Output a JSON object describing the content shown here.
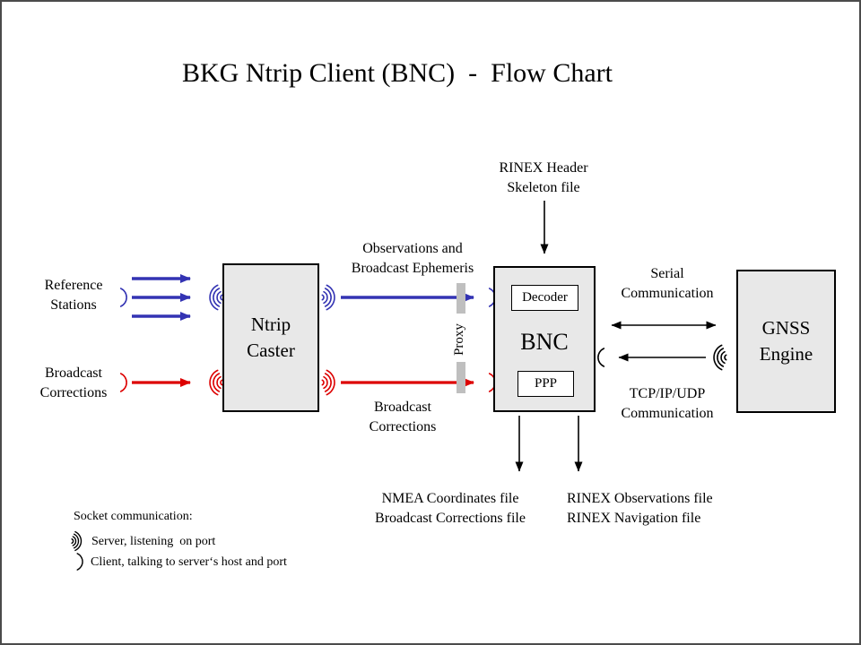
{
  "title": "BKG Ntrip Client (BNC)  -  Flow Chart",
  "colors": {
    "blue": "#3333B3",
    "red": "#DD0000",
    "black": "#000000",
    "box_fill": "#E8E8E8",
    "proxy_bar": "#BFBFBF",
    "frame": "#4B4B4B"
  },
  "nodes": {
    "ntrip_caster": {
      "line1": "Ntrip",
      "line2": "Caster"
    },
    "bnc": {
      "label": "BNC",
      "decoder": "Decoder",
      "ppp": "PPP"
    },
    "gnss_engine": {
      "line1": "GNSS",
      "line2": "Engine"
    }
  },
  "labels": {
    "reference_stations": {
      "line1": "Reference",
      "line2": "Stations"
    },
    "broadcast_corrections_input": {
      "line1": "Broadcast",
      "line2": "Corrections"
    },
    "observations_stream": {
      "line1": "Observations and",
      "line2": "Broadcast Ephemeris"
    },
    "broadcast_corrections_stream": {
      "line1": "Broadcast",
      "line2": "Corrections"
    },
    "rinex_header": {
      "line1": "RINEX Header",
      "line2": "Skeleton file"
    },
    "serial_comm": {
      "line1": "Serial",
      "line2": "Communication"
    },
    "tcpip_comm": {
      "line1": "TCP/IP/UDP",
      "line2": "Communication"
    },
    "nmea_output": {
      "line1": "NMEA Coordinates file",
      "line2": "Broadcast Corrections file"
    },
    "rinex_output": {
      "line1": "RINEX Observations file",
      "line2": "RINEX Navigation file"
    },
    "proxy": "Proxy"
  },
  "legend": {
    "heading": "Socket communication:",
    "server": "Server, listening  on port",
    "client": "Client, talking to server‘s host and port"
  }
}
